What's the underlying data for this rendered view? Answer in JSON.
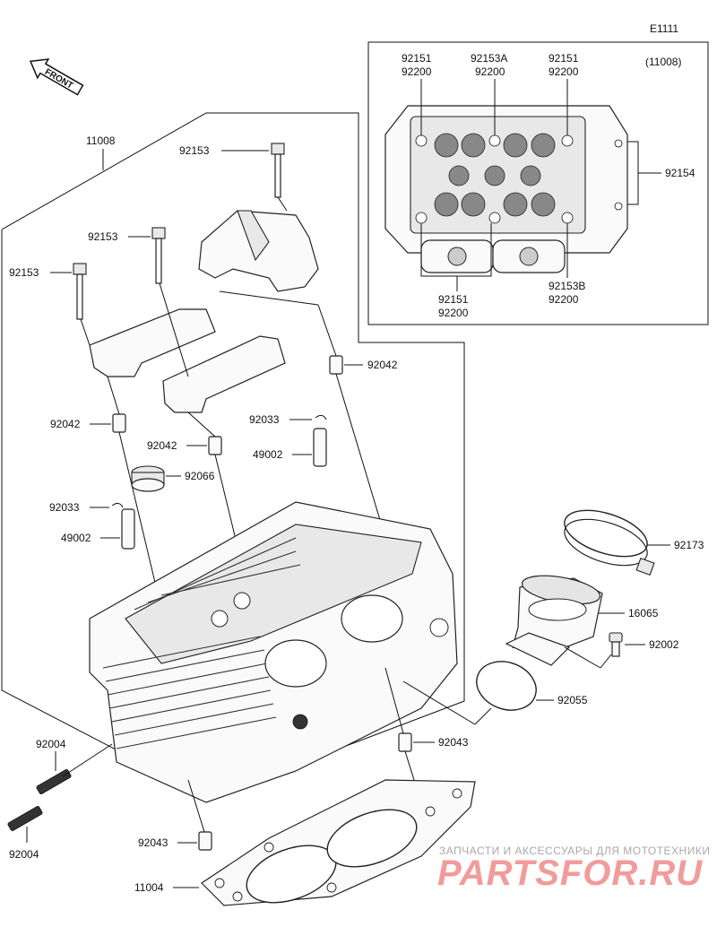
{
  "figure_code": "E1111",
  "front_marker": "FRONT",
  "inset_ref": "(11008)",
  "watermark": {
    "line1": "ЗАПЧАСТИ И АКСЕССУАРЫ ДЛЯ МОТОТЕХНИКИ",
    "line2": "PARTSFOR.RU"
  },
  "parts": {
    "p11008": "11008",
    "p92153_top": "92153",
    "p92153_mid": "92153",
    "p92153_left": "92153",
    "p92042_right": "92042",
    "p92042_left": "92042",
    "p92042_mid": "92042",
    "p92033_right": "92033",
    "p49002_right": "49002",
    "p92066": "92066",
    "p92033_left": "92033",
    "p49002_left": "49002",
    "p92173": "92173",
    "p16065": "16065",
    "p92002": "92002",
    "p92055": "92055",
    "p92043_right": "92043",
    "p92004_top": "92004",
    "p92004_bottom": "92004",
    "p92043_left": "92043",
    "p11004": "11004"
  },
  "inset_labels": {
    "tl_a": "92151",
    "tl_b": "92200",
    "tc_a": "92153A",
    "tc_b": "92200",
    "tr_a": "92151",
    "tr_b": "92200",
    "right": "92154",
    "bl_a": "92151",
    "bl_b": "92200",
    "br_a": "92153B",
    "br_b": "92200"
  }
}
